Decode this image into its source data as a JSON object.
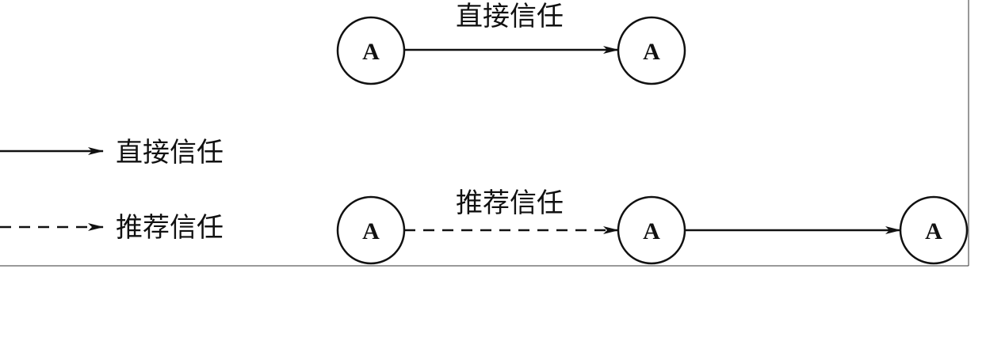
{
  "legend": {
    "direct_label": "直接信任",
    "recommended_label": "推荐信任"
  },
  "top_row": {
    "edge_label": "直接信任",
    "nodes": [
      "A",
      "A"
    ]
  },
  "bottom_row": {
    "edge_label": "推荐信任",
    "nodes": [
      "A",
      "A",
      "A"
    ]
  },
  "colors": {
    "ink": "#111111",
    "background": "#ffffff"
  }
}
